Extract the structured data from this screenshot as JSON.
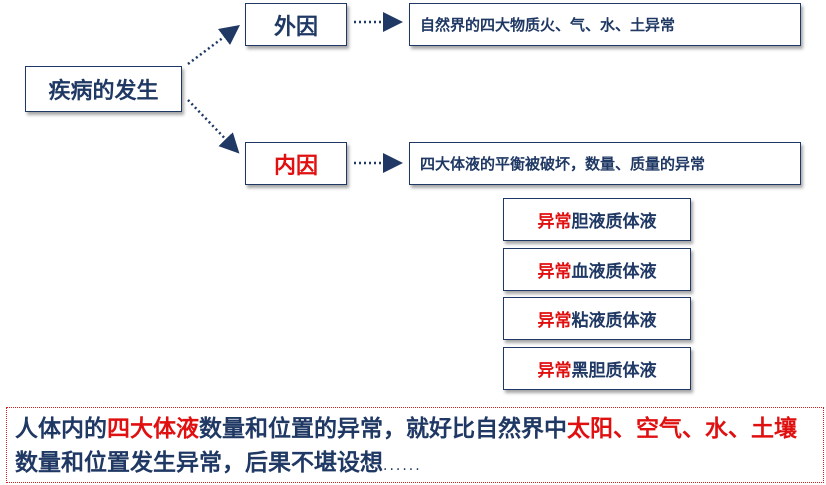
{
  "root": {
    "label": "疾病的发生"
  },
  "external": {
    "label": "外因",
    "description": "自然界的四大物质火、气、水、土异常"
  },
  "internal": {
    "label": "内因",
    "description": "四大体液的平衡被破坏，数量、质量的异常"
  },
  "fluids": [
    {
      "prefix": "异常",
      "name": "胆液质体液"
    },
    {
      "prefix": "异常",
      "name": "血液质体液"
    },
    {
      "prefix": "异常",
      "name": "粘液质体液"
    },
    {
      "prefix": "异常",
      "name": "黑胆质体液"
    }
  ],
  "note": {
    "part1": "人体内的",
    "highlight1": "四大体液",
    "part2": "数量和位置的异常，就好比自然界中",
    "highlight2": "太阳、空气、水、土壤",
    "part3": "数量和位置发生异常，后果不堪设想",
    "ellipsis": "......"
  },
  "colors": {
    "navy": "#1f3864",
    "red": "#e01010"
  }
}
